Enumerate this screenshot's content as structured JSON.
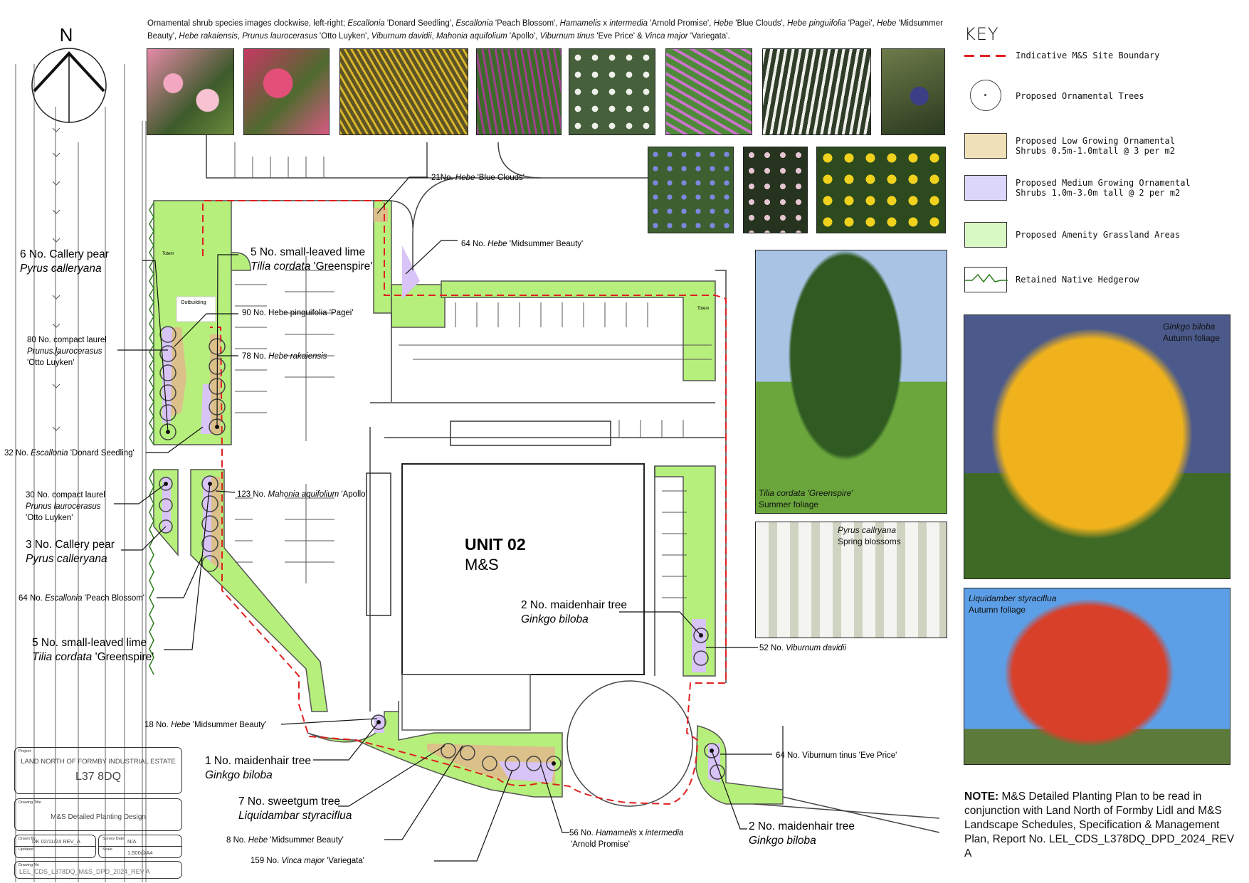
{
  "caption": [
    {
      "t": "Ornamental shrub species images clockwise, left-right; "
    },
    {
      "t": "Escallonia",
      "i": true
    },
    {
      "t": " 'Donard Seedling', "
    },
    {
      "t": "Escallonia",
      "i": true
    },
    {
      "t": " 'Peach Blossom', "
    },
    {
      "t": "Hamamelis",
      "i": true
    },
    {
      "t": " x "
    },
    {
      "t": "intermedia",
      "i": true
    },
    {
      "t": " 'Arnold Promise', "
    },
    {
      "t": "Hebe",
      "i": true
    },
    {
      "t": " 'Blue Clouds', "
    },
    {
      "t": "Hebe pinguifolia",
      "i": true
    },
    {
      "t": " 'Pagei', "
    },
    {
      "t": "Hebe",
      "i": true
    },
    {
      "t": " 'Midsummer Beauty', "
    },
    {
      "t": "Hebe rakaiensis",
      "i": true
    },
    {
      "t": ", "
    },
    {
      "t": "Prunus laurocerasus",
      "i": true
    },
    {
      "t": " 'Otto Luyken', "
    },
    {
      "t": "Viburnum davidii",
      "i": true
    },
    {
      "t": ", "
    },
    {
      "t": "Mahonia aquifolium",
      "i": true
    },
    {
      "t": " 'Apollo', "
    },
    {
      "t": "Viburnum tinus",
      "i": true
    },
    {
      "t": " 'Eve Price' & "
    },
    {
      "t": "Vinca major",
      "i": true
    },
    {
      "t": " 'Variegata'."
    }
  ],
  "north_label": "N",
  "key": {
    "title": "KEY",
    "items": [
      {
        "label": "Indicative M&S Site Boundary",
        "color": "#e02020"
      },
      {
        "label": "Proposed Ornamental Trees"
      },
      {
        "label": "Proposed Low Growing Ornamental\nShrubs 0.5m-1.0mtall @ 3 per m2",
        "color": "#f0e0b8"
      },
      {
        "label": "Proposed Medium Growing Ornamental\nShrubs 1.0m-3.0m tall @ 2 per m2",
        "color": "#dcd6fa"
      },
      {
        "label": "Proposed Amenity Grassland Areas",
        "color": "#d9f9c4"
      },
      {
        "label": "Retained Native Hedgerow",
        "color": "#2e7d1e"
      }
    ]
  },
  "photos": {
    "tilia": {
      "species": "Tilia cordata 'Greenspire'",
      "note": "Summer foliage"
    },
    "pyrus": {
      "species": "Pyrus callryana",
      "note": "Spring blossoms"
    },
    "ginkgo": {
      "species": "Ginkgo biloba",
      "note": "Autumn foliage"
    },
    "liquidambar": {
      "species": "Liquidamber styraciflua",
      "note": "Autumn foliage"
    }
  },
  "note": {
    "bold": "NOTE:",
    "text": " M&S Detailed Planting Plan to be read in conjunction with Land North of Formby Lidl and M&S Landscape Schedules, Specification & Management Plan, Report No. LEL_CDS_L378DQ_DPD_2024_REV A"
  },
  "plan": {
    "building_title": "UNIT 02",
    "building_subtitle": "M&S",
    "totem_1": "Totem",
    "totem_2": "Totem",
    "outbuilding": "Outbuilding"
  },
  "labels": {
    "callery6": [
      "6 No. Callery pear",
      "Pyrus calleryana"
    ],
    "lime5_top": [
      "5 No. small-leaved lime",
      "Tilia cordata",
      " 'Greenspire'"
    ],
    "pagei": [
      "90 No. Hebe pinguifolia 'Pagei'"
    ],
    "laurel80": [
      "80 No. compact laurel",
      "Prunus laurocerasus",
      "'Otto Luyken'"
    ],
    "rakaiensis": [
      "78 No. ",
      "Hebe rakaiensis"
    ],
    "donard": [
      "32 No. ",
      "Escallonia",
      " 'Donard Seedling'"
    ],
    "laurel30": [
      "30 No. compact laurel",
      "Prunus laurocerasus",
      "'Otto Luyken'"
    ],
    "mahonia": [
      "123 No. ",
      "Mahonia aquifolium",
      " 'Apollo'"
    ],
    "callery3": [
      "3 No. Callery pear",
      "Pyrus calleryana"
    ],
    "peach": [
      "64 No. ",
      "Escallonia",
      " 'Peach Blossom'"
    ],
    "lime5_bottom": [
      "5 No. small-leaved lime",
      "Tilia cordata",
      " 'Greenspire'"
    ],
    "midsummer18": [
      "18 No. ",
      "Hebe",
      " 'Midsummer Beauty'"
    ],
    "ginkgo1": [
      "1 No. maidenhair tree",
      "Ginkgo biloba"
    ],
    "sweetgum7": [
      "7 No. sweetgum tree",
      "Liquidambar styraciflua"
    ],
    "midsummer8": [
      "8 No. ",
      "Hebe",
      " 'Midsummer Beauty'"
    ],
    "vinca": [
      "159 No. ",
      "Vinca major",
      " 'Variegata'"
    ],
    "hamamelis": [
      "56 No. ",
      "Hamamelis",
      " x ",
      "intermedia",
      "'Arnold Promise'"
    ],
    "ginkgo2_bottom": [
      "2 No. maidenhair tree",
      "Ginkgo biloba"
    ],
    "eveprice": [
      "64 No. Viburnum tinus 'Eve Price'"
    ],
    "ginkgo2_mid": [
      "2 No. maidenhair tree",
      "Ginkgo biloba"
    ],
    "davidii": [
      "52 No. ",
      "Viburnum davidii"
    ],
    "blueclouds": [
      "21No. ",
      "Hebe",
      " 'Blue Clouds'"
    ],
    "midsummer64": [
      "64 No. ",
      "Hebe",
      " 'Midsummer Beauty'"
    ]
  },
  "title_block": {
    "project_label": "Project",
    "project": "LAND NORTH OF FORMBY INDUSTRIAL ESTATE",
    "postcode": "L37 8DQ",
    "drawing_title_label": "Drawing Title",
    "drawing_title": "M&S Detailed Planting Design",
    "drawn_by_label": "Drawn By",
    "drawn_by": "DK  02/11/24  REV_A",
    "updated_label": "Updated",
    "survey_date_label": "Survey Date",
    "survey_date": "N/A",
    "scale_label": "Scale",
    "scale": "1:500@A4",
    "drawing_no_label": "Drawing No",
    "drawing_no": "LEL_CDS_L378DQ_M&S_DPD_2024_REV A"
  }
}
